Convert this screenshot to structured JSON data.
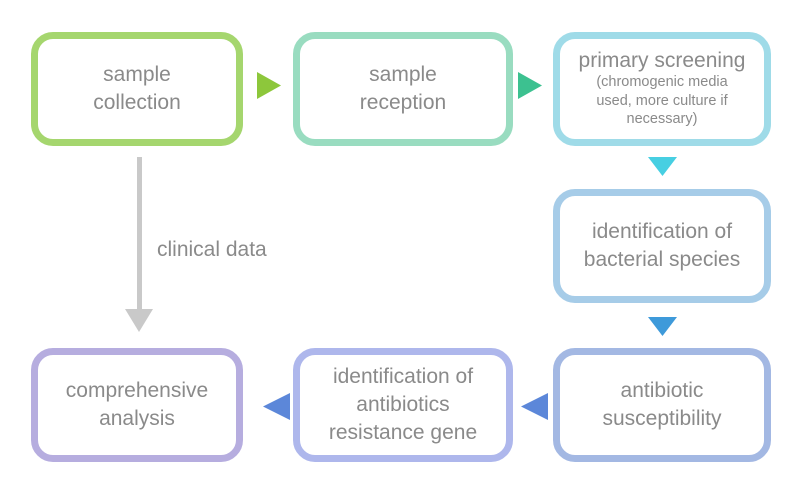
{
  "palette": {
    "background": "#ffffff",
    "text": "#8a8a8a"
  },
  "diagram": {
    "nodes": [
      {
        "id": "sample-collection",
        "border_color": "#a5d66e",
        "lines": [
          "sample",
          "collection"
        ]
      },
      {
        "id": "sample-reception",
        "border_color": "#99dcc0",
        "lines": [
          "sample",
          "reception"
        ]
      },
      {
        "id": "primary-screening",
        "border_color": "#9fdbe8",
        "title": "primary screening",
        "sub_lines": [
          "(chromogenic media",
          "used, more culture if",
          "necessary)"
        ]
      },
      {
        "id": "identification-of-bacterial-species",
        "border_color": "#a6cce8",
        "lines": [
          "identification of",
          "bacterial species"
        ]
      },
      {
        "id": "antibiotic-susceptibility",
        "border_color": "#a3b8e3",
        "lines": [
          "antibiotic",
          "susceptibility"
        ]
      },
      {
        "id": "identification-of-antibiotics-resistance-gene",
        "border_color": "#aeb7ec",
        "lines": [
          "identification of",
          "antibiotics",
          "resistance gene"
        ]
      },
      {
        "id": "comprehensive-analysis",
        "border_color": "#b6addf",
        "lines": [
          "comprehensive",
          "analysis"
        ]
      }
    ],
    "arrows": [
      {
        "id": "arrow-collection-to-reception",
        "direction": "right",
        "color": "#8dc73b"
      },
      {
        "id": "arrow-reception-to-screening",
        "direction": "right",
        "color": "#3cc190"
      },
      {
        "id": "arrow-screening-to-species-id",
        "direction": "down",
        "color": "#47cfe2"
      },
      {
        "id": "arrow-species-id-to-susceptibility",
        "direction": "down",
        "color": "#3e9ada"
      },
      {
        "id": "arrow-susceptibility-to-gene-id",
        "direction": "left",
        "color": "#5c87d9"
      },
      {
        "id": "arrow-gene-id-to-analysis",
        "direction": "left",
        "color": "#5c87d9"
      }
    ],
    "connector": {
      "id": "clinical-data-connector",
      "label": "clinical data",
      "color": "#c9c9c9"
    }
  }
}
